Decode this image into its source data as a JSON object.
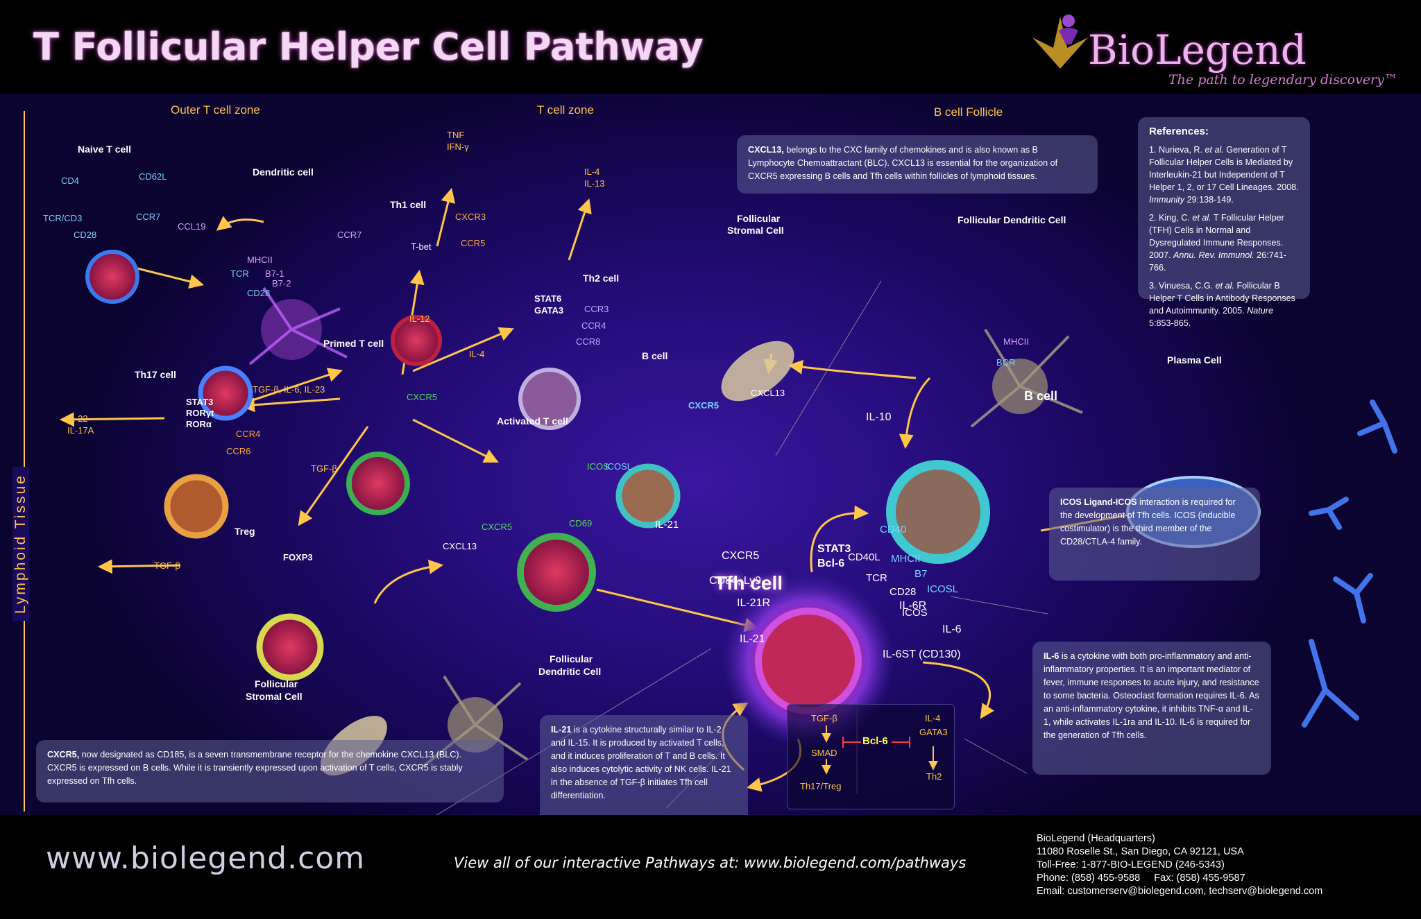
{
  "header": {
    "title": "T Follicular Helper Cell Pathway",
    "logo": "BioLegend",
    "tagline": "The path to legendary discovery™"
  },
  "zones": {
    "outer": "Outer T cell zone",
    "t_zone": "T cell zone",
    "b_follicle": "B cell Follicle",
    "side": "Lymphoid Tissue"
  },
  "cells": {
    "naive": "Naive T cell",
    "dc1": "Dendritic cell",
    "th1": "Th1 cell",
    "th2": "Th2 cell",
    "primed": "Primed T cell",
    "th17": "Th17 cell",
    "treg": "Treg",
    "activated": "Activated T cell",
    "bcell1": "B cell",
    "fsc1_a": "Follicular",
    "fsc1_b": "Stromal Cell",
    "fdc1": "Follicular Dendritic Cell",
    "tfh": "Tfh cell",
    "bcell2": "B cell",
    "plasma": "Plasma Cell",
    "fsc2_a": "Follicular",
    "fsc2_b": "Stromal Cell",
    "fdc2_a": "Follicular",
    "fdc2_b": "Dendritic Cell"
  },
  "inner": {
    "tbet": "T-bet",
    "stat6": "STAT6",
    "gata3": "GATA3",
    "stat3": "STAT3",
    "rorgt": "RORγt",
    "rora": "RORα",
    "foxp3": "FOXP3",
    "tfh_stat3": "STAT3",
    "tfh_bcl6": "Bcl-6"
  },
  "markers": {
    "cd4": "CD4",
    "cd62l": "CD62L",
    "tcr_cd3": "TCR/CD3",
    "cd28": "CD28",
    "ccr7": "CCR7",
    "ccl19": "CCL19",
    "dc_ccr7": "CCR7",
    "tcr": "TCR",
    "mhcii": "MHCII",
    "b7_1": "B7-1",
    "b7_2": "B7-2",
    "cd28b": "CD28",
    "th1_cxcr3": "CXCR3",
    "th1_ccr5": "CCR5",
    "tnf": "TNF",
    "ifn": "IFN-γ",
    "il12": "IL-12",
    "il4_13_a": "IL-4",
    "il4_13_b": "IL-13",
    "th2_ccr3": "CCR3",
    "th2_ccr4": "CCR4",
    "th2_ccr8": "CCR8",
    "il4": "IL-4",
    "tgf_il6": "TGF-β, IL-6, IL-23",
    "il22": "IL-22",
    "il17a": "IL-17A",
    "th17_ccr4": "CCR4",
    "th17_ccr6": "CCR6",
    "primed_cxcr5": "CXCR5",
    "tgfb1": "TGF-β",
    "tgfb2": "TGF-β",
    "act_cxcr5": "CXCR5",
    "cd69": "CD69",
    "icos": "ICOS",
    "icosl": "ICOSL",
    "cxcl13_a": "CXCL13",
    "b_cxcr5": "CXCR5",
    "cxcl13_b": "CXCL13",
    "il21_a": "IL-21",
    "tfh_cxcr5": "CXCR5",
    "cd84": "CD84, Ly9",
    "il21r": "IL-21R",
    "il21_b": "IL-21",
    "il6r": "IL-6R",
    "il6": "IL-6",
    "il6st": "IL-6ST (CD130)",
    "il10": "IL-10",
    "cd40l": "CD40L",
    "cd40": "CD40",
    "tcr2": "TCR",
    "mhcii2": "MHCII",
    "cd28c": "CD28",
    "b7": "B7",
    "icos2": "ICOS",
    "icosl2": "ICOSL",
    "bcr": "BCR",
    "mhcii3": "MHCII"
  },
  "bcl6_box": {
    "tgfb": "TGF-β",
    "smad": "SMAD",
    "th17treg": "Th17/Treg",
    "bcl6": "Bcl-6",
    "il4": "IL-4",
    "gata3": "GATA3",
    "th2": "Th2"
  },
  "info": {
    "cxcl13_bold": "CXCL13,",
    "cxcl13_text": " belongs to the CXC family of chemokines and is also known as B Lymphocyte Chemoattractant (BLC).  CXCL13 is essential for the organization of CXCR5 expressing B cells and Tfh cells within follicles of lymphoid tissues.",
    "icos_bold": "ICOS Ligand-ICOS",
    "icos_text": " interaction is required for the development of Tfh cells.  ICOS (inducible costimulator) is the third member of the CD28/CTLA-4 family.",
    "il6_bold": "IL-6",
    "il6_text": " is a cytokine with both pro-inflammatory and anti-inflammatory properties.  It is an important mediator of fever, immune responses to acute injury, and resistance to some bacteria. Osteoclast formation requires IL-6.  As an anti-inflammatory cytokine, it inhibits TNF-α and IL-1, while activates IL-1ra and IL-10.  IL-6 is required for the generation of Tfh cells.",
    "il21_bold": "IL-21",
    "il21_text": " is a cytokine structurally similar to IL-2 and IL-15.  It is produced by activated T cells, and it induces proliferation of T and B cells.  It also induces cytolytic activity of NK cells.  IL-21 in the absence of TGF-β initiates Tfh cell differentiation.",
    "cxcr5_bold": "CXCR5,",
    "cxcr5_text": " now designated as CD185, is a seven transmembrane receptor for the chemokine CXCL13 (BLC).  CXCR5 is expressed on B cells.  While it is transiently expressed upon activation of T cells, CXCR5 is stably expressed on Tfh cells."
  },
  "references": {
    "heading": "References:",
    "r1a": "1. Nurieva, R. ",
    "r1b": "et al.",
    "r1c": " Generation of T Follicular Helper Cells is Mediated by Interleukin-21 but Independent of T Helper 1, 2, or 17 Cell Lineages. 2008. ",
    "r1d": "Immunity",
    "r1e": " 29:138-149.",
    "r2a": "2. King, C. ",
    "r2b": "et al.",
    "r2c": " T Follicular Helper (TFH) Cells in Normal and Dysregulated Immune Responses. 2007. ",
    "r2d": "Annu. Rev. Immunol.",
    "r2e": " 26:741-766.",
    "r3a": "3. Vinuesa, C.G. ",
    "r3b": "et al.",
    "r3c": " Follicular B Helper T Cells in Antibody Responses and Autoimmunity. 2005. ",
    "r3d": "Nature",
    "r3e": " 5:853-865."
  },
  "footer": {
    "url": "www.biolegend.com",
    "pathways": "View all of our interactive Pathways at: www.biolegend.com/pathways",
    "hq": [
      "BioLegend (Headquarters)",
      "11080 Roselle St., San Diego, CA 92121, USA",
      "Toll-Free: 1-877-BIO-LEGEND (246-5343)",
      "Phone: (858) 455-9588     Fax: (858) 455-9587",
      "Email: customerserv@biolegend.com, techserv@biolegend.com"
    ]
  },
  "colors": {
    "accent": "#ffc64a",
    "background": "#240c78",
    "text": "#ffffff"
  }
}
